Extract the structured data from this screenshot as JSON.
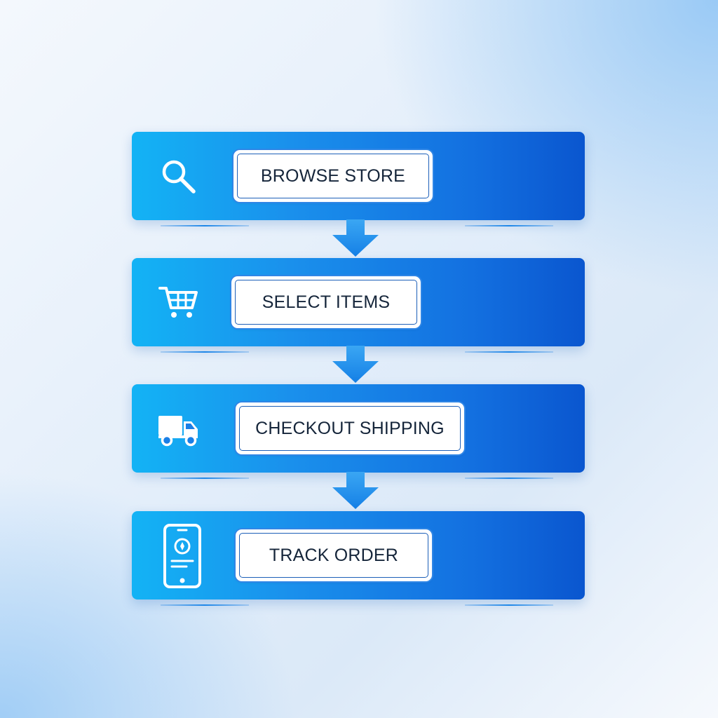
{
  "steps": [
    {
      "label": "BROWSE STORE",
      "icon": "search-icon"
    },
    {
      "label": "SELECT ITEMS",
      "icon": "shopping-cart-icon"
    },
    {
      "label": "CHECKOUT SHIPPING",
      "icon": "delivery-truck-icon"
    },
    {
      "label": "TRACK ORDER",
      "icon": "smartphone-tracking-icon"
    }
  ],
  "colors": {
    "step_gradient_start": "#13b3f5",
    "step_gradient_end": "#0a56cf",
    "label_background": "#ffffff",
    "label_text": "#15253a",
    "arrow": "#1a8ff0"
  }
}
